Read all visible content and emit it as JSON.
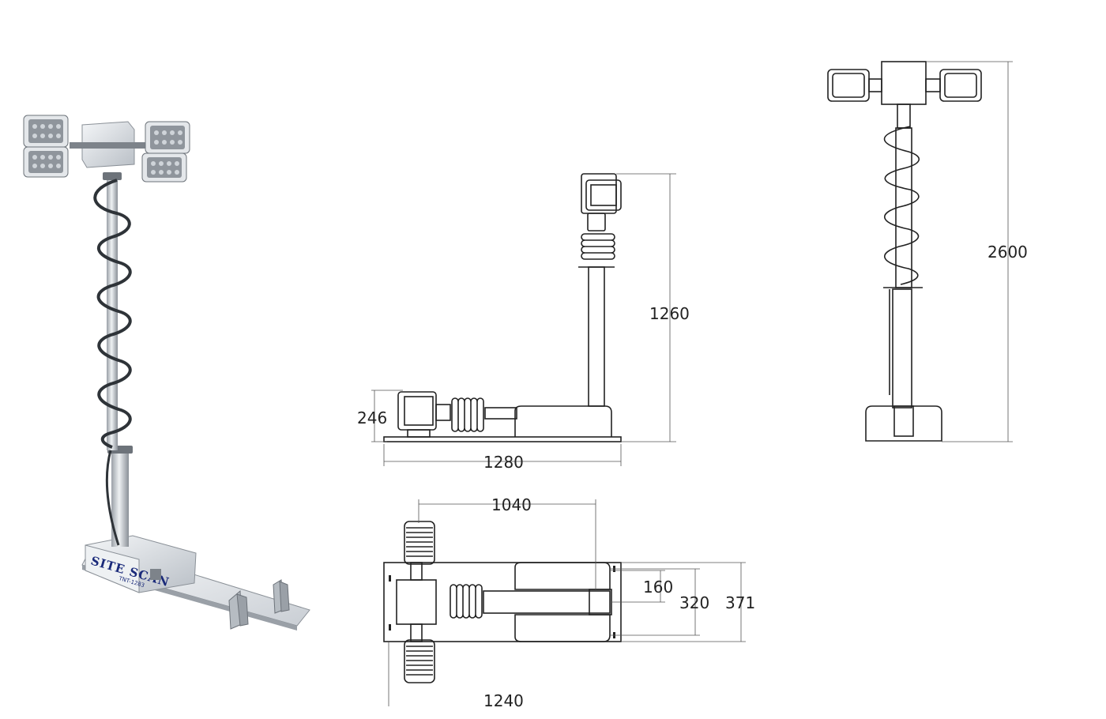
{
  "product": {
    "brand_label": "SITE SCAN",
    "brand_sub_label": "TNT-1283"
  },
  "dimensions": {
    "base_height": "246",
    "base_length": "1280",
    "mast_height_folded": "1260",
    "total_height": "2600",
    "lamp_offset": "1040",
    "rail_width": "160",
    "inner_width": "320",
    "total_width": "371",
    "plan_length": "1240"
  },
  "colors": {
    "line": "#222222",
    "dimension_line": "#555555",
    "photo_metal": "#d9dde2",
    "brand_text": "#1a2a7a"
  }
}
